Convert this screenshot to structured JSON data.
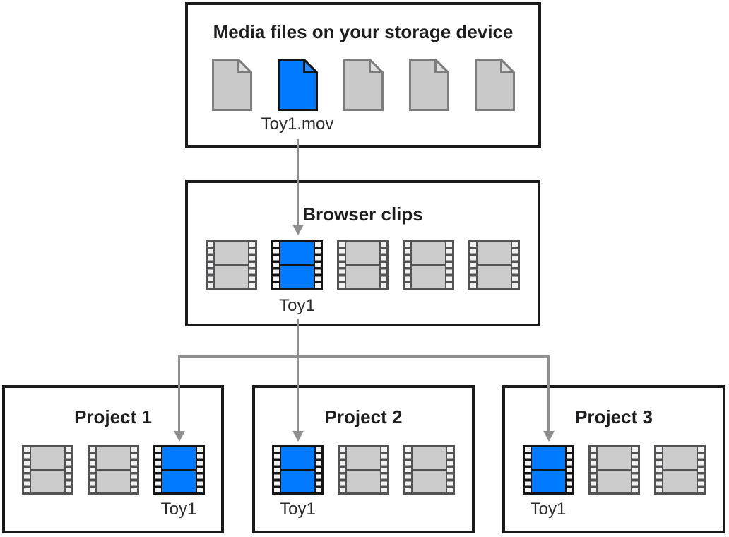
{
  "colors": {
    "accent_blue": "#007aff",
    "box_border": "#1a1a1a",
    "text": "#1d1d1f",
    "arrow_gray": "#8f8f8f",
    "doc_gray": "#c9c9c9",
    "doc_gray_border": "#7d7d7d",
    "strip_gray": "#cbcbcb",
    "strip_gray_border": "#535355",
    "strip_hole": "#f1f1f1"
  },
  "storage_box": {
    "title": "Media files on your storage device",
    "icon": "document-icon",
    "file_count": 5,
    "highlighted_file_index": 1,
    "highlighted_file_label": "Toy1.mov"
  },
  "browser_box": {
    "title": "Browser clips",
    "icon": "filmstrip-icon",
    "clip_count": 5,
    "highlighted_clip_index": 1,
    "highlighted_clip_label": "Toy1"
  },
  "projects": [
    {
      "title": "Project 1",
      "clip_count": 3,
      "highlighted_clip_index": 2,
      "highlighted_clip_label": "Toy1"
    },
    {
      "title": "Project 2",
      "clip_count": 3,
      "highlighted_clip_index": 0,
      "highlighted_clip_label": "Toy1"
    },
    {
      "title": "Project 3",
      "clip_count": 3,
      "highlighted_clip_index": 0,
      "highlighted_clip_label": "Toy1"
    }
  ]
}
